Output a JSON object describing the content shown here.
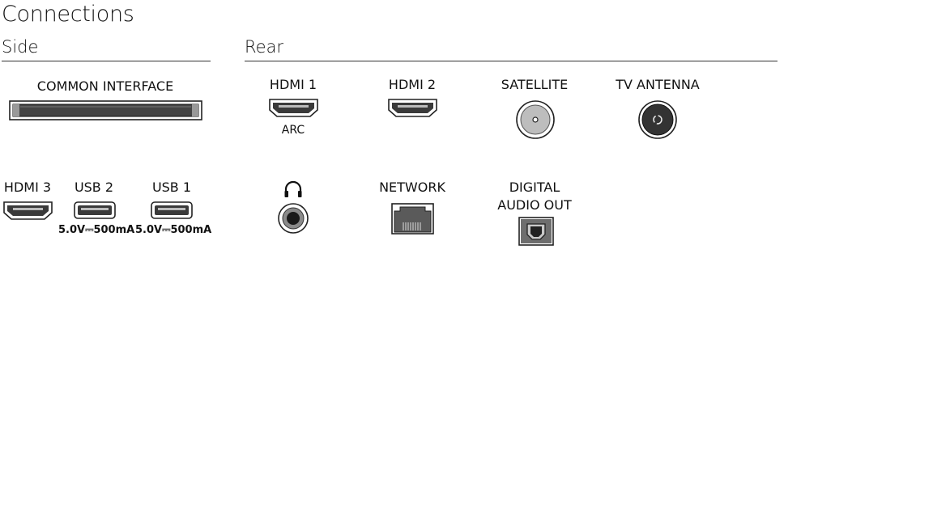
{
  "title": "Connections",
  "sections": {
    "side": "Side",
    "rear": "Rear"
  },
  "ports": {
    "common_interface": {
      "label": "COMMON INTERFACE"
    },
    "hdmi1": {
      "label": "HDMI 1",
      "note": "ARC"
    },
    "hdmi2": {
      "label": "HDMI 2"
    },
    "satellite": {
      "label": "SATELLITE"
    },
    "tv_antenna": {
      "label": "TV ANTENNA"
    },
    "hdmi3": {
      "label": "HDMI 3"
    },
    "usb2": {
      "label": "USB 2",
      "rating": "5.0V⎓500mA"
    },
    "usb1": {
      "label": "USB 1",
      "rating": "5.0V⎓500mA"
    },
    "network": {
      "label": "NETWORK"
    },
    "digital_audio_out": {
      "label_line1": "DIGITAL",
      "label_line2": "AUDIO OUT"
    }
  },
  "icons": {
    "headphone": "headphone-icon",
    "hdmi": "hdmi-port-icon",
    "usb": "usb-port-icon",
    "coax": "coax-port-icon",
    "ethernet": "ethernet-port-icon",
    "optical": "optical-port-icon",
    "ci_slot": "ci-slot-icon",
    "audio_jack": "audio-jack-icon"
  }
}
